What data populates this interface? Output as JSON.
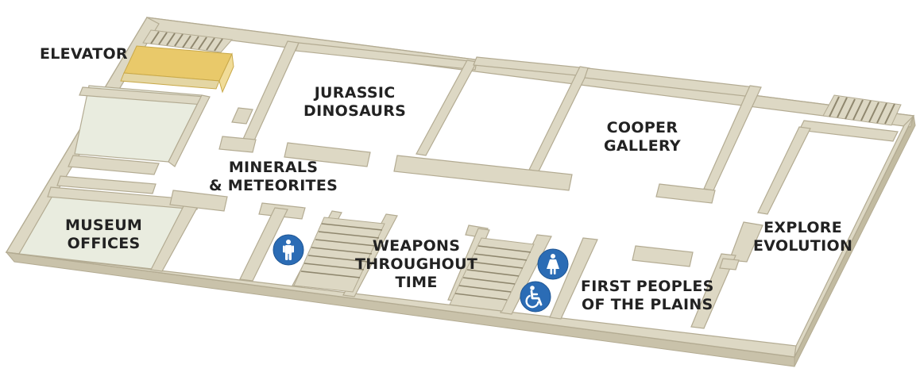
{
  "map": {
    "rooms": {
      "elevator": {
        "name": "ELEVATOR"
      },
      "jurassic": {
        "line1": "JURASSIC",
        "line2": "DINOSAURS"
      },
      "cooper": {
        "line1": "COOPER",
        "line2": "GALLERY"
      },
      "minerals": {
        "line1": "MINERALS",
        "line2": "& METEORITES"
      },
      "offices": {
        "line1": "MUSEUM",
        "line2": "OFFICES"
      },
      "weapons": {
        "line1": "WEAPONS",
        "line2": "THROUGHOUT",
        "line3": "TIME"
      },
      "plains": {
        "line1": "FIRST PEOPLES",
        "line2": "OF THE PLAINS"
      },
      "evolution": {
        "line1": "EXPLORE",
        "line2": "EVOLUTION"
      }
    },
    "icons": {
      "mens_restroom": "mens-restroom-icon",
      "womens_restroom": "womens-restroom-icon",
      "accessible_restroom": "wheelchair-icon"
    },
    "colors": {
      "floor": "#ffffff",
      "wall_top": "#ddd8c4",
      "wall_side": "#c9c2aa",
      "wall_stroke": "#b3ab92",
      "office_fill": "#e9ecdf",
      "elevator": "#e9c96a",
      "icon_blue": "#2b6cb5",
      "label_text": "#222222"
    }
  }
}
